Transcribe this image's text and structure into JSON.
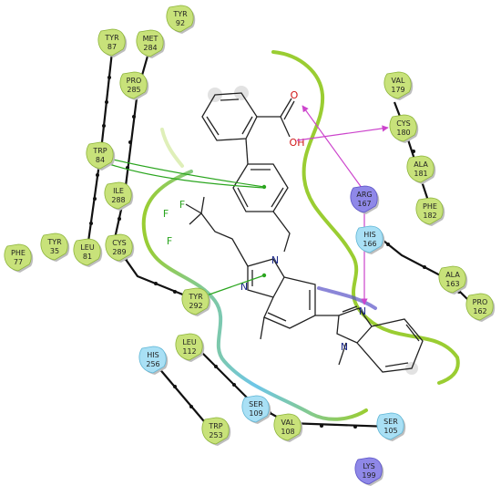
{
  "residues": [
    {
      "id": "tyr92",
      "name": "TYR",
      "num": "92",
      "type": "hydrophobic"
    },
    {
      "id": "tyr87",
      "name": "TYR",
      "num": "87",
      "type": "hydrophobic"
    },
    {
      "id": "met284",
      "name": "MET",
      "num": "284",
      "type": "hydrophobic"
    },
    {
      "id": "pro285",
      "name": "PRO",
      "num": "285",
      "type": "hydrophobic"
    },
    {
      "id": "trp84",
      "name": "TRP",
      "num": "84",
      "type": "hydrophobic"
    },
    {
      "id": "ile288",
      "name": "ILE",
      "num": "288",
      "type": "hydrophobic"
    },
    {
      "id": "cys289",
      "name": "CYS",
      "num": "289",
      "type": "hydrophobic"
    },
    {
      "id": "phe77",
      "name": "PHE",
      "num": "77",
      "type": "hydrophobic"
    },
    {
      "id": "tyr35",
      "name": "TYR",
      "num": "35",
      "type": "hydrophobic"
    },
    {
      "id": "leu81",
      "name": "LEU",
      "num": "81",
      "type": "hydrophobic"
    },
    {
      "id": "tyr292",
      "name": "TYR",
      "num": "292",
      "type": "hydrophobic"
    },
    {
      "id": "his256",
      "name": "HIS",
      "num": "256",
      "type": "polar"
    },
    {
      "id": "leu112",
      "name": "LEU",
      "num": "112",
      "type": "hydrophobic"
    },
    {
      "id": "trp253",
      "name": "TRP",
      "num": "253",
      "type": "hydrophobic"
    },
    {
      "id": "ser109",
      "name": "SER",
      "num": "109",
      "type": "polar"
    },
    {
      "id": "val108",
      "name": "VAL",
      "num": "108",
      "type": "hydrophobic"
    },
    {
      "id": "ser105",
      "name": "SER",
      "num": "105",
      "type": "polar"
    },
    {
      "id": "lys199",
      "name": "LYS",
      "num": "199",
      "type": "positive"
    },
    {
      "id": "val179",
      "name": "VAL",
      "num": "179",
      "type": "hydrophobic"
    },
    {
      "id": "cys180",
      "name": "CYS",
      "num": "180",
      "type": "hydrophobic"
    },
    {
      "id": "ala181",
      "name": "ALA",
      "num": "181",
      "type": "hydrophobic"
    },
    {
      "id": "phe182",
      "name": "PHE",
      "num": "182",
      "type": "hydrophobic"
    },
    {
      "id": "arg167",
      "name": "ARG",
      "num": "167",
      "type": "positive"
    },
    {
      "id": "his166",
      "name": "HIS",
      "num": "166",
      "type": "polar"
    },
    {
      "id": "ala163",
      "name": "ALA",
      "num": "163",
      "type": "hydrophobic"
    },
    {
      "id": "pro162",
      "name": "PRO",
      "num": "162",
      "type": "hydrophobic"
    }
  ],
  "atom_labels": {
    "o_carbonyl": "O",
    "oh": "OH",
    "f1": "F",
    "f2": "F",
    "f3": "F",
    "n1": "N",
    "n3": "N",
    "n_bzim_top": "N",
    "n_bzim_bottom": "N"
  },
  "colors": {
    "hydrophobic": "#c8e27a",
    "hydrophobic_edge": "#8db53a",
    "polar": "#a9e0f5",
    "polar_edge": "#5fb6d6",
    "positive": "#8f88e8",
    "positive_edge": "#5a52c7",
    "pocket": "#9acd32",
    "pocket_exposed": "#6ec6e8",
    "pi_stacking": "#2aa51e",
    "hbond": "#cc44cc"
  }
}
